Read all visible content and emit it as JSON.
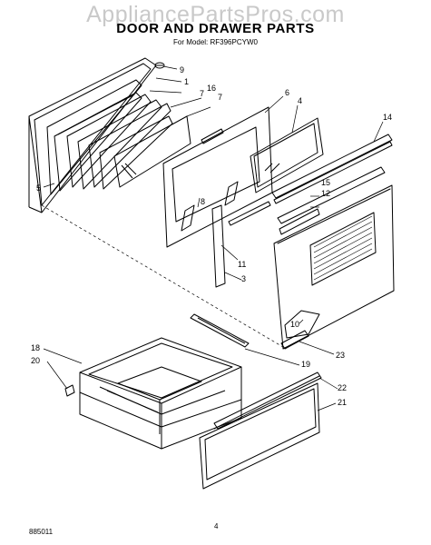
{
  "watermark": "AppliancePartsPros.com",
  "title": "DOOR AND DRAWER PARTS",
  "model_line": "For Model: RF396PCYW0",
  "footer": {
    "code": "885011",
    "page": "4"
  },
  "callouts": [
    "9",
    "1",
    "7",
    "16",
    "7",
    "6",
    "4",
    "14",
    "5",
    "8",
    "15",
    "12",
    "11",
    "3",
    "10",
    "23",
    "18",
    "20",
    "19",
    "22",
    "21"
  ]
}
